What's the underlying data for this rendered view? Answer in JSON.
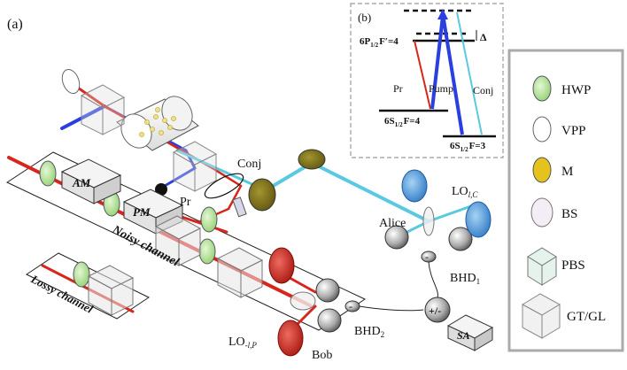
{
  "panel_a_label": "(a)",
  "panel_b_label": "(b)",
  "colors": {
    "probe_laser": "#d9261c",
    "pump_laser": "#2a3fe0",
    "conj_laser": "#59c9e0",
    "hwp_green": "#bfe8a6",
    "mirror_gold": "#e6c21f",
    "lo_conj_blue": "#3a8fd6",
    "lo_probe_red": "#c6221a",
    "legend_border": "#a8aba8"
  },
  "labels": {
    "am": "AM",
    "pm": "PM",
    "noisy_channel": "Noisy channel",
    "lossy_channel": "Lossy channel",
    "pr": "Pr",
    "conj": "Conj",
    "alice": "Alice",
    "bob": "Bob",
    "lo_conj": "LO",
    "lo_conj_sub": "l,C",
    "lo_probe": "LO",
    "lo_probe_sub": "-l,P",
    "bhd1": "BHD",
    "bhd1_sub": "1",
    "bhd2": "BHD",
    "bhd2_sub": "2",
    "pm_box": "+/-",
    "sa": "SA",
    "minus1": "-",
    "minus2": "-"
  },
  "level_diagram": {
    "upper_main": "6P",
    "upper_sub": "1/2",
    "upper_hyper": "F′=4",
    "detuning": "Δ",
    "pr": "Pr",
    "pump": "Pump",
    "conj": "Conj",
    "ground1_main": "6S",
    "ground1_sub": "1/2",
    "ground1_hyper": "F=4",
    "ground2_main": "6S",
    "ground2_sub": "1/2",
    "ground2_hyper": "F=3"
  },
  "legend": {
    "items": [
      {
        "label": "HWP",
        "icon": "hwp-icon"
      },
      {
        "label": "VPP",
        "icon": "vpp-icon"
      },
      {
        "label": "M",
        "icon": "mirror-icon"
      },
      {
        "label": "BS",
        "icon": "bs-icon"
      },
      {
        "label": "PBS",
        "icon": "pbs-icon"
      },
      {
        "label": "GT/GL",
        "icon": "gtgl-icon"
      }
    ]
  }
}
